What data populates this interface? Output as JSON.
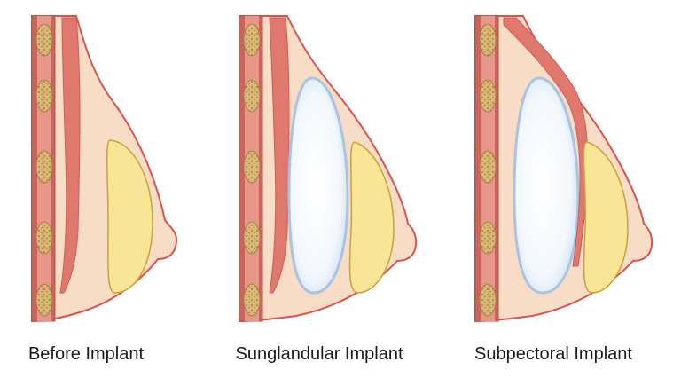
{
  "panels": [
    {
      "id": "before",
      "caption": "Before Implant",
      "implant": "none"
    },
    {
      "id": "subglandular",
      "caption": "Sunglandular Implant",
      "implant": "over-muscle"
    },
    {
      "id": "subpectoral",
      "caption": "Subpectoral Implant",
      "implant": "under-muscle"
    }
  ],
  "colors": {
    "skin_fill": "#f7dcc6",
    "outline": "#d9544f",
    "muscle": "#e0796d",
    "muscle_light": "#eea79b",
    "rib": "#d9b774",
    "rib_dot": "#a6804a",
    "gland": "#f8e596",
    "gland_edge": "#c9a23a",
    "implant": "#ffffff",
    "implant_edge": "#a9c4e3",
    "wall": "#b8524a"
  }
}
